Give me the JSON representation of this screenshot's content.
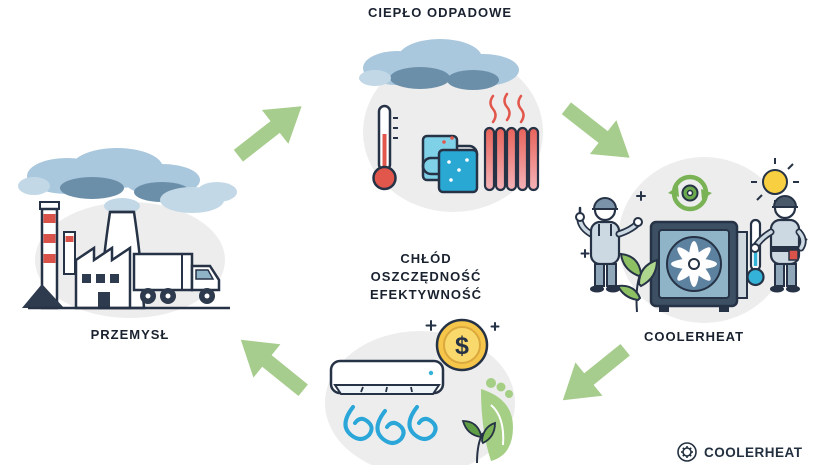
{
  "nodes": {
    "top": {
      "label": "CIEPŁO ODPADOWE"
    },
    "right": {
      "label": "COOLERHEAT"
    },
    "bottom": {
      "lines": [
        "CHŁÓD",
        "OSZCZĘDNOŚĆ",
        "EFEKTYWNOŚĆ"
      ]
    },
    "left": {
      "label": "PRZEMYSŁ"
    }
  },
  "logo": {
    "text": "COOLERHEAT"
  },
  "coin": {
    "symbol": "$"
  },
  "colors": {
    "arrow_green": "#a7cd8e",
    "outline_dark": "#263245",
    "cloud_light": "#a9c7dd",
    "cloud_dark": "#6b8fa9",
    "blob_gray": "#ededed",
    "heat_red": "#e2574c",
    "cool_teal": "#29a8d4",
    "coin_gold": "#f6c64a",
    "eco_green": "#8cc063"
  }
}
